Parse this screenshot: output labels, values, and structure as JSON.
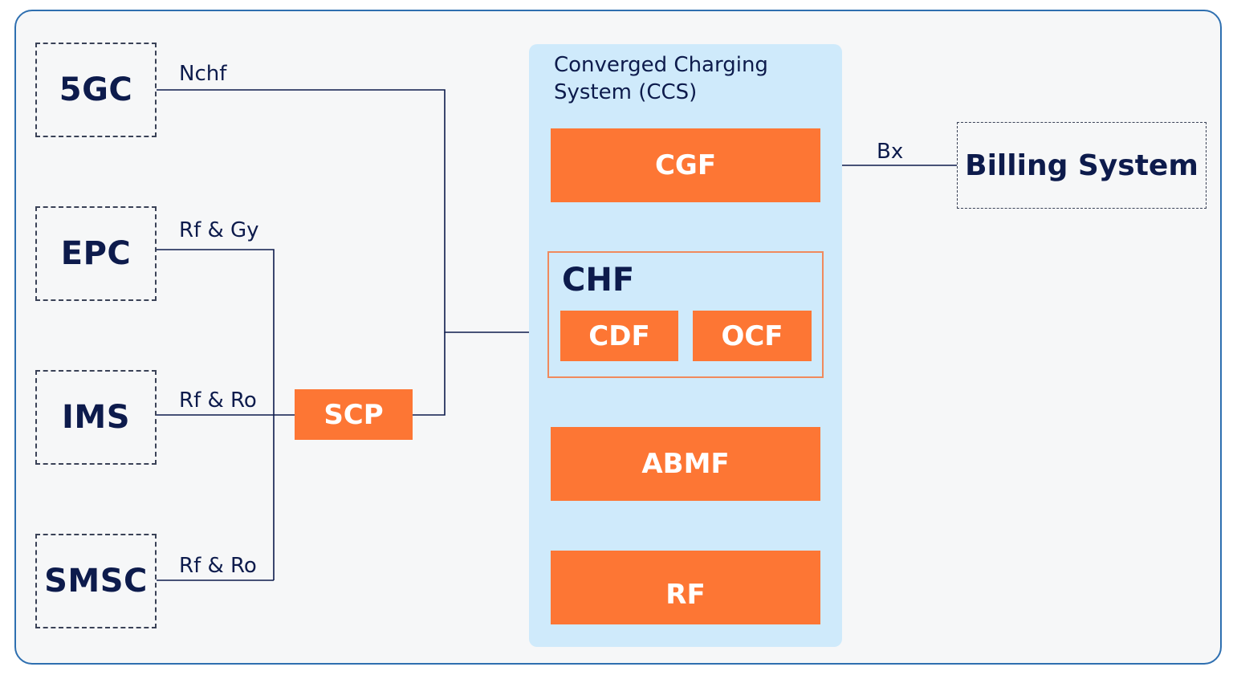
{
  "nodes": {
    "n5gc": "5GC",
    "epc": "EPC",
    "ims": "IMS",
    "smsc": "SMSC",
    "billing": "Billing System"
  },
  "interfaces": {
    "nchf": "Nchf",
    "epc": "Rf & Gy",
    "ims": "Rf & Ro",
    "smsc": "Rf & Ro",
    "bx": "Bx"
  },
  "scp": "SCP",
  "ccs": {
    "title": "Converged Charging\nSystem (CCS)",
    "cgf": "CGF",
    "chf": {
      "title": "CHF",
      "cdf": "CDF",
      "ocf": "OCF"
    },
    "abmf": "ABMF",
    "rf": "RF"
  },
  "colors": {
    "frame_border": "#2e6fb0",
    "background": "#f6f7f8",
    "ccs_fill": "#cfeafb",
    "function_fill": "#fd7634",
    "text_dark": "#0d1b4c",
    "line": "#0d1b4c"
  }
}
